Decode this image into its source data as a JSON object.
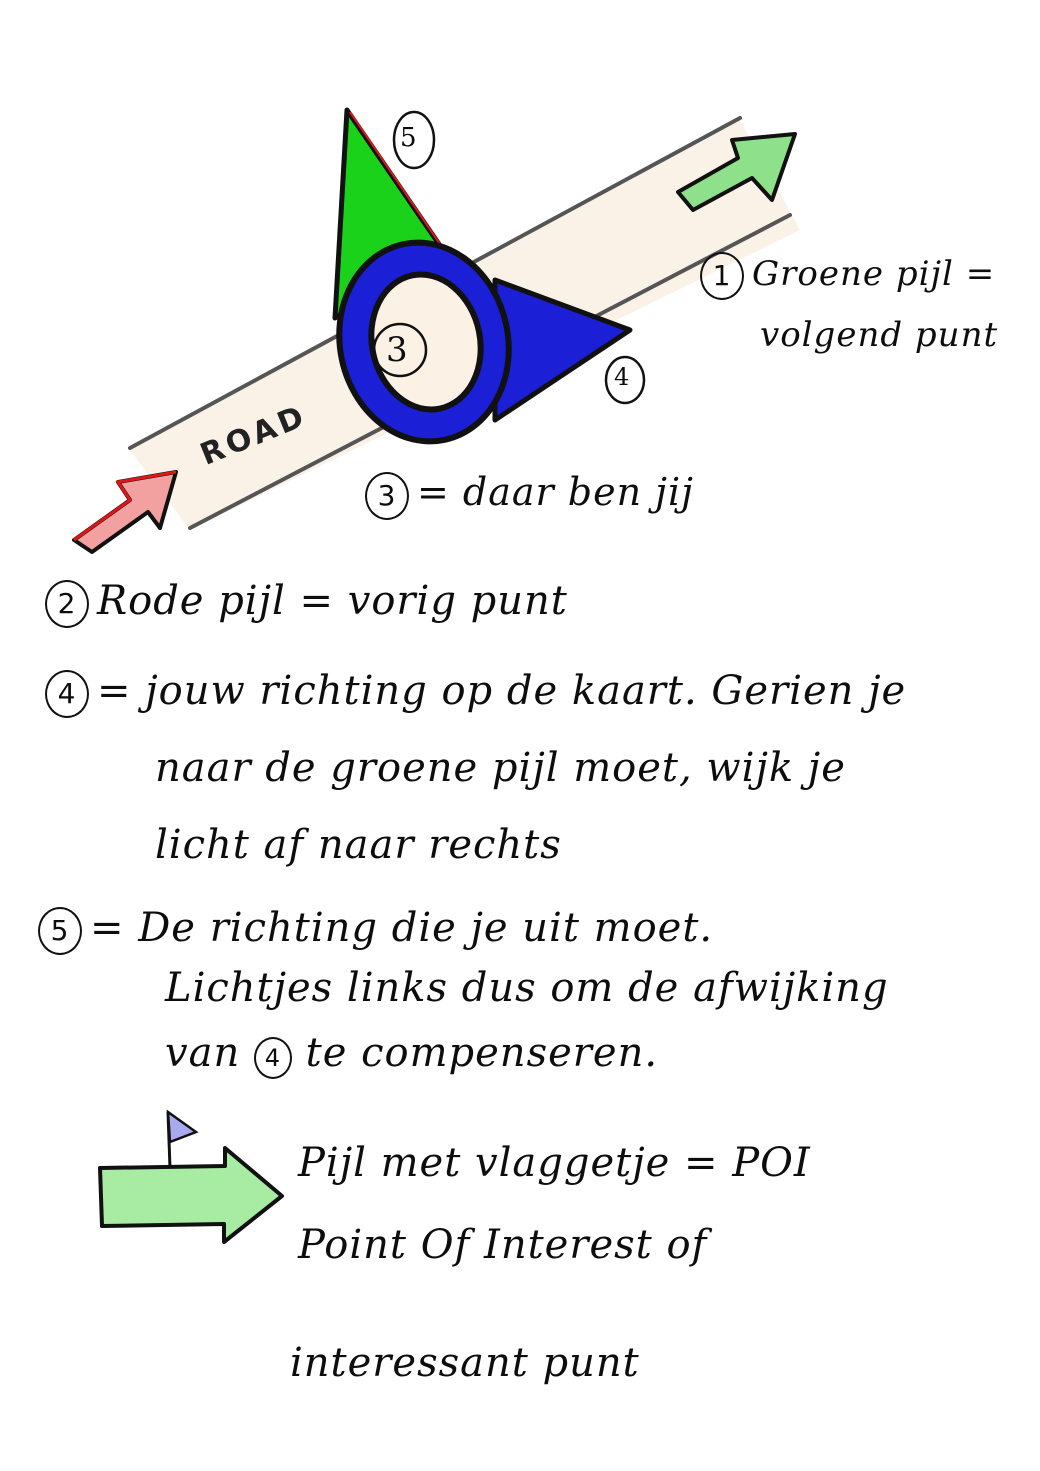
{
  "diagram": {
    "road": {
      "label": "ROAD",
      "fill": "#fbf1e4",
      "edge": "#555555"
    },
    "markers": [
      {
        "id": "1",
        "label": "1",
        "color": "#8fe08a",
        "meaning": "next-point-arrow"
      },
      {
        "id": "2",
        "label": "2",
        "color": "#f3a0a0",
        "meaning": "previous-point-arrow"
      },
      {
        "id": "3",
        "label": "3",
        "color": "#1b1fd6",
        "meaning": "current-position-ring"
      },
      {
        "id": "4",
        "label": "4",
        "color": "#1b1fd6",
        "meaning": "heading-triangle"
      },
      {
        "id": "5",
        "label": "5",
        "color": "#19d219",
        "meaning": "steering-direction-triangle"
      }
    ],
    "poi_flag_color": "#a9a9f0",
    "poi_arrow_color": "#a8eca4"
  },
  "legend": {
    "item1": {
      "num": "1",
      "line1": "Groene pijl =",
      "line2": "volgend punt"
    },
    "item3": {
      "num": "3",
      "text": "= daar ben jij"
    },
    "item2": {
      "num": "2",
      "text": "Rode pijl = vorig punt"
    },
    "item4": {
      "num": "4",
      "line1": "= jouw richting op de kaart. Gerien je",
      "line2": "naar de groene pijl moet, wijk je",
      "line3": "licht af naar rechts"
    },
    "item5": {
      "num": "5",
      "line1": "= De richting die je uit moet.",
      "line2": "Lichtjes links dus om de afwijking",
      "line3_pre": "van",
      "line3_ref": "4",
      "line3_post": "te compenseren."
    },
    "poi": {
      "line1": "Pijl met vlaggetje = POI",
      "line2": "Point Of Interest of",
      "line3": "interessant punt"
    }
  }
}
